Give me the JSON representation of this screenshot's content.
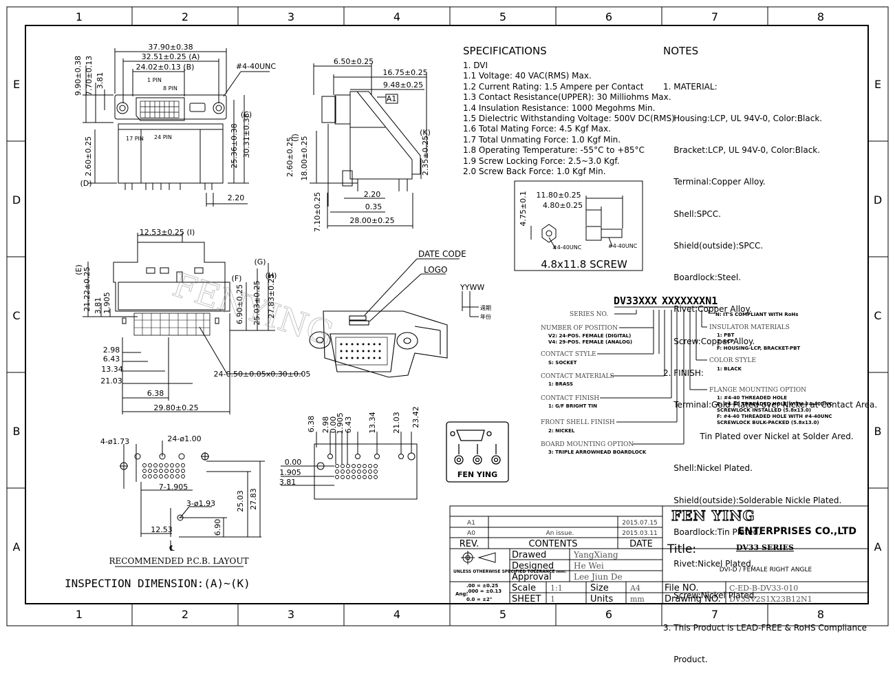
{
  "grid": {
    "cols": [
      "1",
      "2",
      "3",
      "4",
      "5",
      "6",
      "7",
      "8"
    ],
    "rows": [
      "E",
      "D",
      "C",
      "B",
      "A"
    ]
  },
  "dims_top": {
    "w1": "37.90±0.38",
    "w2": "32.51±0.25 (A)",
    "w3": "24.02±0.13 (B)",
    "h1": "9.90±0.38",
    "h2": "7.70±0.13",
    "h3": "3.81",
    "thread": "#4-40UNC",
    "pin1": "1 PIN",
    "pin8": "8 PIN",
    "pin17": "17 PIN",
    "pin24": "24 PIN",
    "c": "(C)",
    "h4": "25.36±0.38",
    "h5": "30.31±0.38",
    "h6": "2.60±0.25",
    "d": "(D)",
    "w4": "2.20"
  },
  "dims_side": {
    "w1": "6.50±0.25",
    "w2": "16.75±0.25",
    "w3": "9.48±0.25",
    "a1": "A1",
    "j": "(J)",
    "k": "(K)",
    "h1": "2.60±0.25",
    "h2": "18.00±0.25",
    "h3": "2.35±0.25",
    "h4": "7.10±0.25",
    "w4": "2.20",
    "w5": "0.35",
    "w6": "28.00±0.25"
  },
  "dims_front": {
    "top": "12.53±0.25 (I)",
    "e": "(E)",
    "f": "(F)",
    "g": "(G)",
    "h": "(H)",
    "v1": "21.22±0.25",
    "v2": "3.81",
    "v3": "1.905",
    "v4": "6.90±0.25",
    "v5": "25.03±0.25",
    "v6": "27.83±0.25",
    "x1": "2.98",
    "x2": "6.43",
    "x3": "13.34",
    "x4": "21.03",
    "x5": "6.38",
    "x6": "29.80±0.25",
    "pins": "24-0.50±0.05x0.30±0.05"
  },
  "iso": {
    "date_code": "DATE CODE",
    "logo": "LOGO",
    "yyww": "YYWW",
    "week": "週期",
    "year": "年份",
    "watermark": "FENYING"
  },
  "pcb": {
    "holes_a": "4-ø1.73",
    "holes_b": "24-ø1.00",
    "pitch": "7-1.905",
    "holes_c": "3-ø1.93",
    "w1": "12.53",
    "h1": "6.90",
    "h2": "25.03",
    "h3": "27.83",
    "cl": "℄",
    "caption": "RECOMMENDED P.C.B. LAYOUT"
  },
  "pcb2": {
    "x": [
      "6.38",
      "2.98",
      "0.00",
      "1.905",
      "6.43",
      "13.34",
      "21.03",
      "23.42"
    ],
    "y": [
      "0.00",
      "1.905",
      "3.81"
    ]
  },
  "inspection": "INSPECTION DIMENSION:(A)~(K)",
  "specs": {
    "title": "SPECIFICATIONS",
    "lines": [
      "1. DVI",
      "1.1 Voltage: 40 VAC(RMS) Max.",
      "1.2 Current Rating: 1.5 Ampere per Contact",
      "1.3 Contact Resistance(UPPER): 30 Milliohms Max.",
      "1.4 Insulation Resistance: 1000 Megohms Min.",
      "1.5 Dielectric Withstanding Voltage: 500V DC(RMS)",
      "1.6 Total Mating Force: 4.5 Kgf Max.",
      "1.7 Total Unmating Force: 1.0 Kgf Min.",
      "1.8 Operating Temperature: -55°C to +85°C",
      "1.9 Screw Locking Force: 2.5~3.0 Kgf.",
      "2.0 Screw Back Force: 1.0 Kgf Min."
    ]
  },
  "notes": {
    "title": "NOTES",
    "lines": [
      "1. MATERIAL:",
      "    Housing:LCP, UL 94V-0, Color:Black.",
      "    Bracket:LCP, UL 94V-0, Color:Black.",
      "    Terminal:Copper Alloy.",
      "    Shell:SPCC.",
      "    Shield(outside):SPCC.",
      "    Boardlock:Steel.",
      "    Rivet:Copper Alloy.",
      "    Screw:Copper Alloy.",
      "2. FINISH:",
      "    Terminal:Gold Plated over Nickel at Contact Area.",
      "              Tin Plated over Nickel at Solder Ared.",
      "    Shell:Nickel Plated.",
      "    Shield(outside):Solderable Nickle Plated.",
      "    Boardlock:Tin Plated.",
      "    Rivet:Nickel Plated.",
      "    Screw:Nickel Plated.",
      "3. This Product is LEAD-FREE & RoHS Compliance",
      "    Product."
    ]
  },
  "screw": {
    "d1": "11.80±0.25",
    "d2": "4.80±0.25",
    "d3": "4.75±0.1",
    "t1": "#4-40UNC",
    "t2": "#4-40UNC",
    "caption": "4.8x11.8 SCREW"
  },
  "pn": {
    "code_a": "DV33XXX",
    "code_b": "XXXXXXXN1",
    "series_no": "SERIES NO.",
    "position": {
      "title": "NUMBER OF POSITION",
      "items": [
        "V2: 24-POS. FEMALE (DIGITAL)",
        "V4: 29-POS. FEMALE (ANALOG)"
      ]
    },
    "style": {
      "title": "CONTACT STYLE",
      "items": [
        "S: SOCKET"
      ]
    },
    "material": {
      "title": "CONTACT MATERIALS",
      "items": [
        "1: BRASS"
      ]
    },
    "finish": {
      "title": "CONTACT FINISH",
      "items": [
        "1: G/F BRIGHT TIN"
      ]
    },
    "front": {
      "title": "FRONT SHELL FINISH",
      "items": [
        "2: NICKEL"
      ]
    },
    "board": {
      "title": "BOARD MOUNTING OPTION",
      "items": [
        "3: TRIPLE ARROWHEAD BOARDLOCK"
      ]
    },
    "rohs": "N: IT'S COMPLIANT WITH RoHs",
    "insulator": {
      "title": "INSULATOR MATERIALS",
      "items": [
        "1: PBT",
        "2: LCP",
        "F: HOUSING-LCP, BRACKET-PBT"
      ]
    },
    "color": {
      "title": "COLOR STYLE",
      "items": [
        "1: BLACK"
      ]
    },
    "flange": {
      "title": "FLANGE MOUNTING OPTION",
      "items": [
        "1: #4-40 THREADED HOLE",
        "E: #4-40 THREADED HOLE WITH #4-40UNC",
        "    SCREWLOCK INSTALLED (5.8x13.0)",
        "F: #4-40 THREADED HOLE WITH #4-40UNC",
        "    SCREWLOCK BULK-PACKED (5.8x13.0)"
      ]
    }
  },
  "logo_badge": "FEN YING",
  "title_block": {
    "rev_rows": [
      {
        "rev": "A1",
        "contents": "",
        "date": "2015.07.15"
      },
      {
        "rev": "A0",
        "contents": "An issue.",
        "date": "2015.03.11"
      }
    ],
    "rev_label": "REV.",
    "contents_label": "CONTENTS",
    "date_label": "DATE",
    "drawed_label": "Drawed",
    "drawed": "YangXiang",
    "designed_label": "Designed",
    "designed": "He Wei",
    "approval_label": "Approval",
    "approval": "Lee Jiun De",
    "tolerance_title": "UNLESS OTHERWISE SPECIFIED TOLERANCE mm:",
    "tol1": ".00 = ±0.25",
    "tol2": ".000 = ±0.13",
    "tol3": "0.0 = ±2°",
    "tol_ang": "Ang:",
    "scale_label": "Scale",
    "scale": "1:1",
    "size_label": "Size",
    "size": "A4",
    "sheet_label": "SHEET",
    "sheet": "1",
    "units_label": "Units",
    "units": "mm",
    "company": "FEN YING",
    "company_sub": "ENTERPRISES CO.,LTD",
    "title_label": "Title:",
    "title": "DV33 SERIES",
    "subtitle": "DVI-D / FEMALE RIGHT ANGLE",
    "fileno_label": "File NO.",
    "fileno": "C-ED-B-DV33-010",
    "drawingno_label": "Drawing NO.",
    "drawingno": "DV33V2S1X23B12N1"
  }
}
